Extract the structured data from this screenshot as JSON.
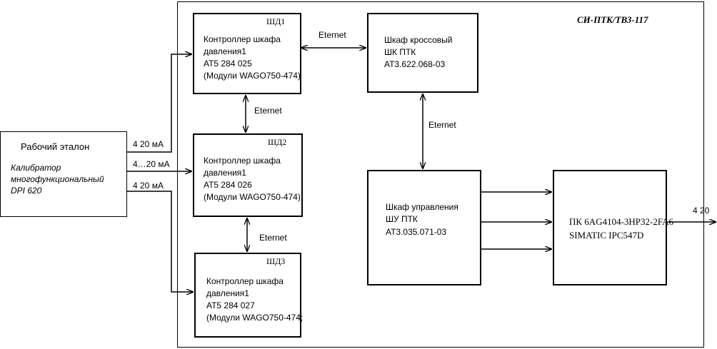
{
  "system_title": "СИ-ПТК/ТВЗ-117",
  "calibrator": {
    "title": "Рабочий эталон",
    "lines": [
      "Калибратор",
      "многофункциональный",
      "DPI 620"
    ]
  },
  "signals": {
    "sig1": "4  20 мА",
    "sig2": "4…20 мА",
    "sig3": "4  20 мА",
    "out": "4  20"
  },
  "shd1": {
    "tag": "ШД1",
    "lines": [
      "Контроллер шкафа",
      "давления1",
      "АТ5 284 025",
      "(Модули WAGO750-474)"
    ]
  },
  "shd2": {
    "tag": "ШД2",
    "lines": [
      "Контроллер шкафа",
      "давления1",
      "АТ5 284 026",
      "(Модули WAGO750-474)"
    ]
  },
  "shd3": {
    "tag": "ШД3",
    "lines": [
      "Контроллер шкафа",
      "давления1",
      "АТ5 284 027",
      "(Модули WAGO750-474;"
    ]
  },
  "cross": {
    "lines": [
      "Шкаф кроссовый",
      "ШК ПТК",
      "АТ3.622.068-03"
    ]
  },
  "control": {
    "lines": [
      "Шкаф управления",
      "ШУ ПТК",
      "АТ3.035.071-03"
    ]
  },
  "pc": {
    "lines": [
      "ПК 6AG4104-3HP32-2FA6",
      "SIMATIC IPC547D"
    ]
  },
  "ethernet": {
    "e1": "Eternet",
    "e2": "Eternet",
    "e3": "Eternet",
    "e4": "Eternet"
  }
}
